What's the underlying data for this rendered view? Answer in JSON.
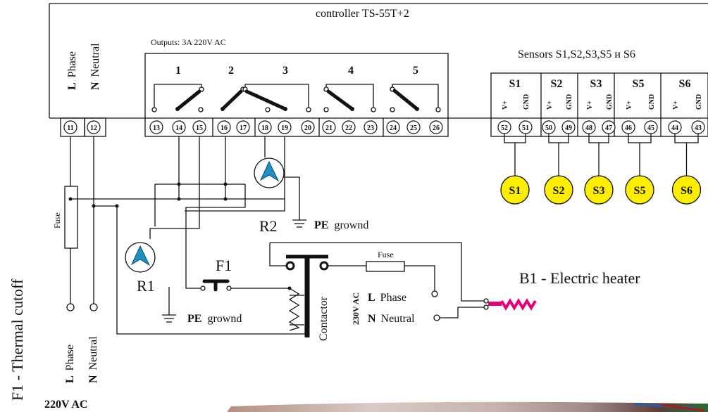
{
  "controller": {
    "title": "controller  TS-55T+2",
    "outputs_label": "Outputs:  3A 220V AC",
    "sensors_label": "Sensors S1,S2,S3,S5 и S6",
    "relay_numbers": [
      "1",
      "2",
      "3",
      "4",
      "5"
    ],
    "power_labels": {
      "l_letter": "L",
      "l_word": "Phase",
      "n_letter": "N",
      "n_word": "Neutral"
    },
    "terminals": [
      "11",
      "12",
      "13",
      "14",
      "15",
      "16",
      "17",
      "18",
      "19",
      "20",
      "21",
      "22",
      "23",
      "24",
      "25",
      "26"
    ],
    "sensor_headers": [
      "S1",
      "S2",
      "S3",
      "S5",
      "S6"
    ],
    "pin_plus": "V+",
    "pin_gnd": "GND",
    "sensor_terminals": [
      "52",
      "51",
      "50",
      "49",
      "48",
      "47",
      "46",
      "45",
      "44",
      "43"
    ]
  },
  "sensors": [
    "S1",
    "S2",
    "S3",
    "S5",
    "S6"
  ],
  "wiring": {
    "fuse_left": "Fuse",
    "fuse_right": "Fuse",
    "r1": "R1",
    "r2": "R2",
    "pe_bold": "PE",
    "pe_word": "grownd",
    "f1": "F1",
    "contactor": "Contactor",
    "voltage_230": "230V AC",
    "l_letter": "L",
    "phase": "Phase",
    "n_letter": "N",
    "neutral": "Neutral",
    "heater_label": "B1 - Electric heater",
    "side_label": "F1 - Thermal cutoff",
    "mains_voltage": "220V AC"
  },
  "colors": {
    "line": "#111111",
    "sensor_fill": "#ffee00",
    "pump_fill": "#1f8fc4",
    "heater": "#e8007a"
  }
}
